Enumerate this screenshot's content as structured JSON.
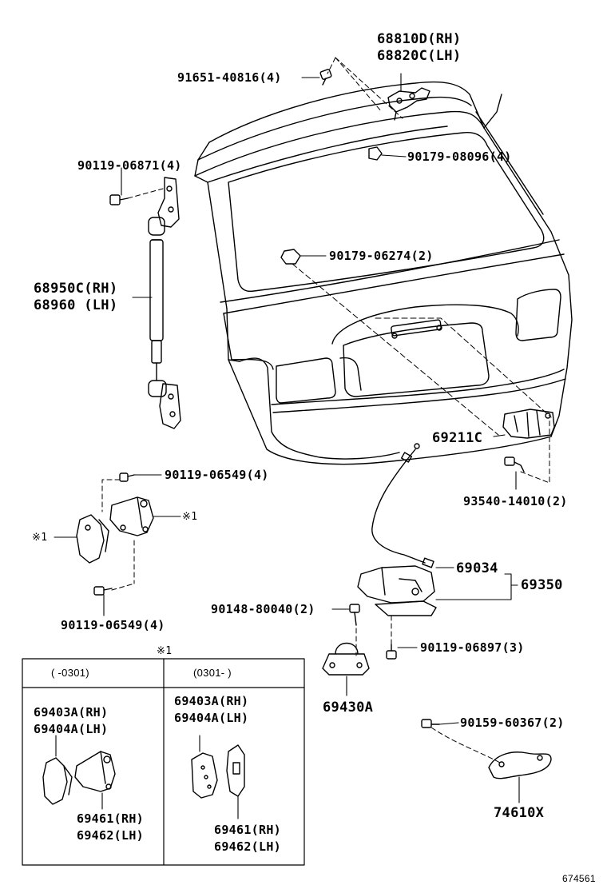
{
  "callouts": {
    "hinge_rh": "68810D(RH)",
    "hinge_lh": "68820C(LH)",
    "bolt_hinge": "91651-40816(4)",
    "nut_hinge": "90179-08096(4)",
    "bolt_stay": "90119-06871(4)",
    "nut_garnish": "90179-06274(2)",
    "stay_rh": "68950C(RH)",
    "stay_lh": "68960  (LH)",
    "handle": "69211C",
    "bolt_handle": "93540-14010(2)",
    "bolt_bracket_top": "90119-06549(4)",
    "bolt_bracket_bottom": "90119-06549(4)",
    "mark_bracket": "※1",
    "mark_plate": "※1",
    "cable": "69034",
    "lock_assy": "69350",
    "bolt_lock": "90148-80040(2)",
    "bolt_lock_lower": "90119-06897(3)",
    "striker": "69430A",
    "screw_pull": "90159-60367(2)",
    "pull_handle": "74610X",
    "diagram_id": "674561"
  },
  "note_table": {
    "mark": "※1",
    "col_left_header": "(       -0301)",
    "col_right_header": "(0301-       )",
    "left_top_rh": "69403A(RH)",
    "left_top_lh": "69404A(LH)",
    "left_bottom_rh": "69461(RH)",
    "left_bottom_lh": "69462(LH)",
    "right_top_rh": "69403A(RH)",
    "right_top_lh": "69404A(LH)",
    "right_bottom_rh": "69461(RH)",
    "right_bottom_lh": "69462(LH)"
  }
}
